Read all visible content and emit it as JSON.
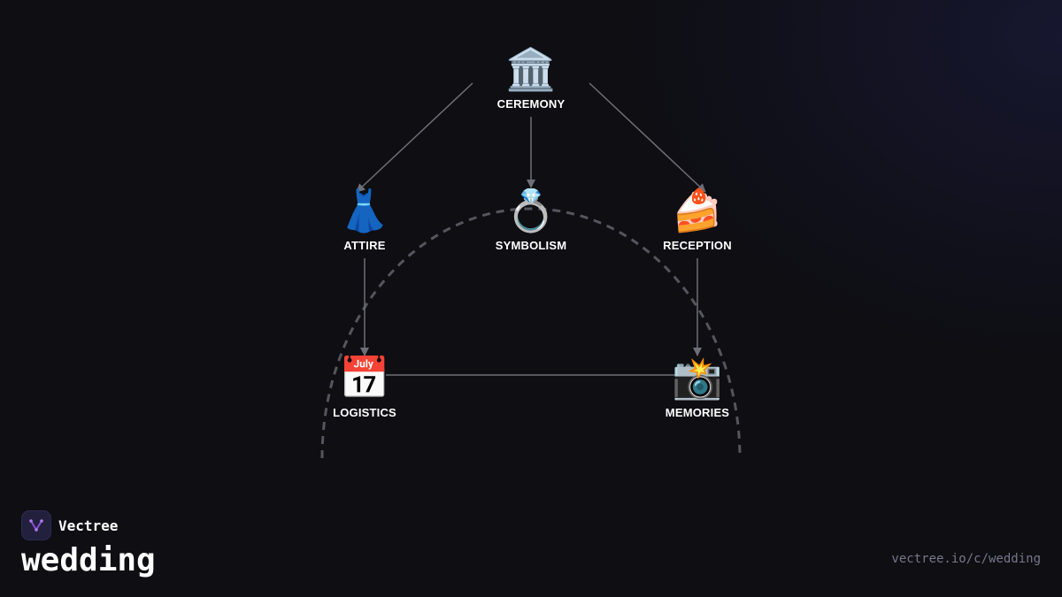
{
  "diagram": {
    "nodes": [
      {
        "id": "ceremony",
        "label": "CEREMONY",
        "icon": "🏛️",
        "icon_name": "classical-building-icon"
      },
      {
        "id": "attire",
        "label": "ATTIRE",
        "icon": "👗",
        "icon_name": "dress-icon"
      },
      {
        "id": "symbolism",
        "label": "SYMBOLISM",
        "icon": "💍",
        "icon_name": "ring-icon"
      },
      {
        "id": "reception",
        "label": "RECEPTION",
        "icon": "🍰",
        "icon_name": "cake-icon"
      },
      {
        "id": "logistics",
        "label": "LOGISTICS",
        "icon": "📅",
        "icon_name": "calendar-icon"
      },
      {
        "id": "memories",
        "label": "MEMORIES",
        "icon": "📸",
        "icon_name": "camera-flash-icon"
      }
    ],
    "edges": [
      {
        "from": "ceremony",
        "to": "attire",
        "arrow": true
      },
      {
        "from": "ceremony",
        "to": "symbolism",
        "arrow": true
      },
      {
        "from": "ceremony",
        "to": "reception",
        "arrow": true
      },
      {
        "from": "attire",
        "to": "logistics",
        "arrow": true
      },
      {
        "from": "reception",
        "to": "memories",
        "arrow": true
      },
      {
        "from": "logistics",
        "to": "memories",
        "arrow": false
      }
    ],
    "colors": {
      "edge": "#6e6e78",
      "arc": "#55555e"
    }
  },
  "brand": {
    "name": "Vectree",
    "logo_icon": "vectree-logo-icon",
    "accent": "#8a4fd8"
  },
  "page": {
    "title": "wedding",
    "url": "vectree.io/c/wedding"
  }
}
